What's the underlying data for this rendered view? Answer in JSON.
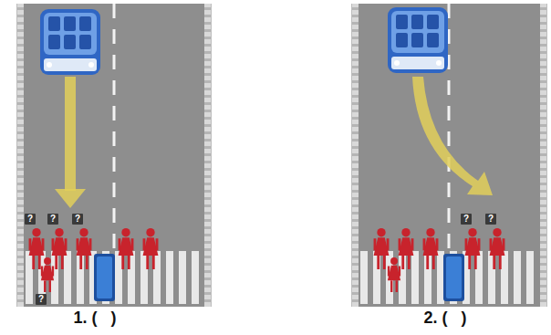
{
  "diagram": {
    "nodes": [
      {
        "text": [
          "?"
        ]
      },
      {
        "text": [
          "?"
        ]
      },
      {
        "text": [
          "?"
        ]
      },
      {
        "text": [
          "?"
        ]
      },
      {
        "text": [
          "?"
        ]
      },
      {
        "text": [
          "?"
        ]
      }
    ],
    "labels": [
      "1. (   )",
      "2. (   )"
    ]
  }
}
